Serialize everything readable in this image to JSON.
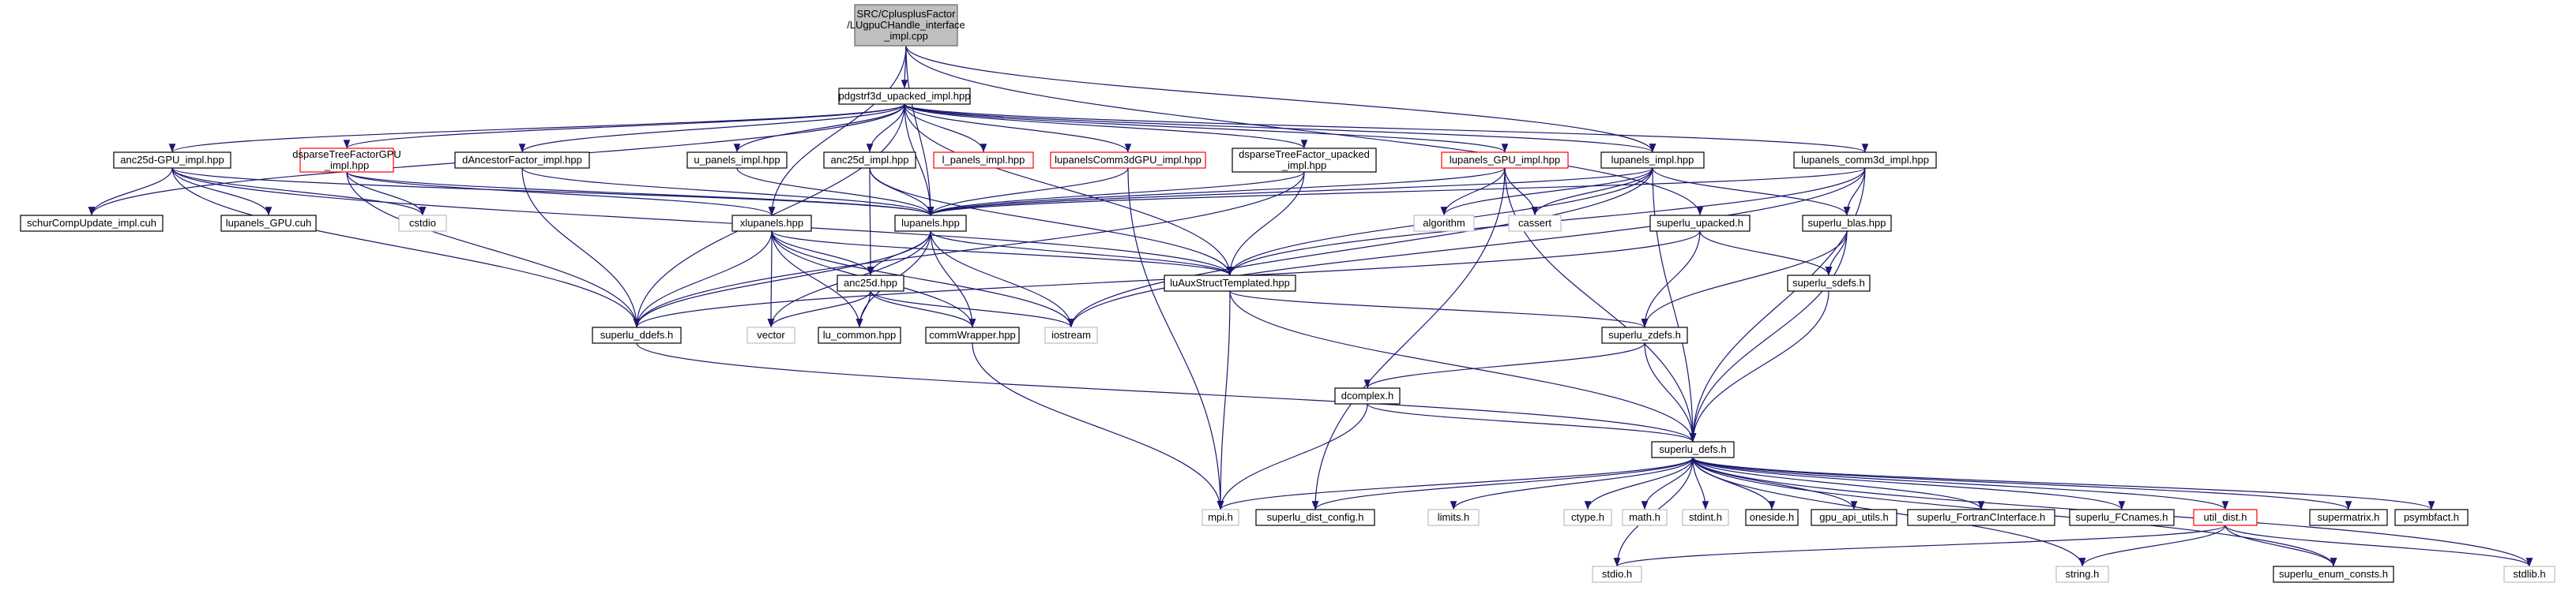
{
  "colors": {
    "edge": "#191970",
    "normal_border": "#000000",
    "incomplete_border": "#ff0000",
    "external_border": "#bfbfbf",
    "external_text": "#404040",
    "root_fill": "#bfbfbf"
  },
  "nodes": [
    {
      "id": "root",
      "lines": [
        "SRC/CplusplusFactor",
        "/LUgpuCHandle_interface",
        "_impl.cpp"
      ],
      "kind": "root"
    },
    {
      "id": "pdgstrf3d",
      "lines": [
        "pdgstrf3d_upacked_impl.hpp"
      ],
      "kind": "normal"
    },
    {
      "id": "anc25dgpu",
      "lines": [
        "anc25d-GPU_impl.hpp"
      ],
      "kind": "normal"
    },
    {
      "id": "dsparsegpu",
      "lines": [
        "dsparseTreeFactorGPU",
        "_impl.hpp"
      ],
      "kind": "incomplete"
    },
    {
      "id": "dancestor",
      "lines": [
        "dAncestorFactor_impl.hpp"
      ],
      "kind": "normal"
    },
    {
      "id": "upanels",
      "lines": [
        "u_panels_impl.hpp"
      ],
      "kind": "normal"
    },
    {
      "id": "anc25dimpl",
      "lines": [
        "anc25d_impl.hpp"
      ],
      "kind": "normal"
    },
    {
      "id": "lpanels",
      "lines": [
        "l_panels_impl.hpp"
      ],
      "kind": "incomplete"
    },
    {
      "id": "lupcomm3dgpu",
      "lines": [
        "lupanelsComm3dGPU_impl.hpp"
      ],
      "kind": "incomplete"
    },
    {
      "id": "dsparseupk",
      "lines": [
        "dsparseTreeFactor_upacked",
        "_impl.hpp"
      ],
      "kind": "normal"
    },
    {
      "id": "lupgpu",
      "lines": [
        "lupanels_GPU_impl.hpp"
      ],
      "kind": "incomplete"
    },
    {
      "id": "lupimpl",
      "lines": [
        "lupanels_impl.hpp"
      ],
      "kind": "normal"
    },
    {
      "id": "lupcomm3d",
      "lines": [
        "lupanels_comm3d_impl.hpp"
      ],
      "kind": "normal"
    },
    {
      "id": "schur",
      "lines": [
        "schurCompUpdate_impl.cuh"
      ],
      "kind": "normal"
    },
    {
      "id": "lupgpucuh",
      "lines": [
        "lupanels_GPU.cuh"
      ],
      "kind": "normal"
    },
    {
      "id": "cstdio",
      "lines": [
        "cstdio"
      ],
      "kind": "external"
    },
    {
      "id": "xlupanels",
      "lines": [
        "xlupanels.hpp"
      ],
      "kind": "normal"
    },
    {
      "id": "lupanels",
      "lines": [
        "lupanels.hpp"
      ],
      "kind": "normal"
    },
    {
      "id": "algorithm",
      "lines": [
        "algorithm"
      ],
      "kind": "external"
    },
    {
      "id": "cassert",
      "lines": [
        "cassert"
      ],
      "kind": "external"
    },
    {
      "id": "suupacked",
      "lines": [
        "superlu_upacked.h"
      ],
      "kind": "normal"
    },
    {
      "id": "subla",
      "lines": [
        "superlu_blas.hpp"
      ],
      "kind": "normal"
    },
    {
      "id": "anc25d",
      "lines": [
        "anc25d.hpp"
      ],
      "kind": "normal"
    },
    {
      "id": "luaux",
      "lines": [
        "luAuxStructTemplated.hpp"
      ],
      "kind": "normal"
    },
    {
      "id": "susdefs",
      "lines": [
        "superlu_sdefs.h"
      ],
      "kind": "normal"
    },
    {
      "id": "suddefs",
      "lines": [
        "superlu_ddefs.h"
      ],
      "kind": "normal"
    },
    {
      "id": "vector",
      "lines": [
        "vector"
      ],
      "kind": "external"
    },
    {
      "id": "lucommon",
      "lines": [
        "lu_common.hpp"
      ],
      "kind": "normal"
    },
    {
      "id": "commwrap",
      "lines": [
        "commWrapper.hpp"
      ],
      "kind": "normal"
    },
    {
      "id": "iostream",
      "lines": [
        "iostream"
      ],
      "kind": "external"
    },
    {
      "id": "suzdefs",
      "lines": [
        "superlu_zdefs.h"
      ],
      "kind": "normal"
    },
    {
      "id": "dcomplex",
      "lines": [
        "dcomplex.h"
      ],
      "kind": "normal"
    },
    {
      "id": "sudefs",
      "lines": [
        "superlu_defs.h"
      ],
      "kind": "normal"
    },
    {
      "id": "mpi",
      "lines": [
        "mpi.h"
      ],
      "kind": "external"
    },
    {
      "id": "sudistcfg",
      "lines": [
        "superlu_dist_config.h"
      ],
      "kind": "normal"
    },
    {
      "id": "limits",
      "lines": [
        "limits.h"
      ],
      "kind": "external"
    },
    {
      "id": "ctype",
      "lines": [
        "ctype.h"
      ],
      "kind": "external"
    },
    {
      "id": "math",
      "lines": [
        "math.h"
      ],
      "kind": "external"
    },
    {
      "id": "stdint",
      "lines": [
        "stdint.h"
      ],
      "kind": "external"
    },
    {
      "id": "oneside",
      "lines": [
        "oneside.h"
      ],
      "kind": "normal"
    },
    {
      "id": "gpuapi",
      "lines": [
        "gpu_api_utils.h"
      ],
      "kind": "normal"
    },
    {
      "id": "sufortran",
      "lines": [
        "superlu_FortranCInterface.h"
      ],
      "kind": "normal"
    },
    {
      "id": "sufcnames",
      "lines": [
        "superlu_FCnames.h"
      ],
      "kind": "normal"
    },
    {
      "id": "utildist",
      "lines": [
        "util_dist.h"
      ],
      "kind": "incomplete"
    },
    {
      "id": "supermatrix",
      "lines": [
        "supermatrix.h"
      ],
      "kind": "normal"
    },
    {
      "id": "psymbfact",
      "lines": [
        "psymbfact.h"
      ],
      "kind": "normal"
    },
    {
      "id": "stdio",
      "lines": [
        "stdio.h"
      ],
      "kind": "external"
    },
    {
      "id": "string",
      "lines": [
        "string.h"
      ],
      "kind": "external"
    },
    {
      "id": "suenum",
      "lines": [
        "superlu_enum_consts.h"
      ],
      "kind": "normal"
    },
    {
      "id": "stdlib",
      "lines": [
        "stdlib.h"
      ],
      "kind": "external"
    }
  ],
  "edges": [
    [
      "root",
      "pdgstrf3d"
    ],
    [
      "root",
      "lupanels"
    ],
    [
      "root",
      "xlupanels"
    ],
    [
      "root",
      "lupimpl"
    ],
    [
      "root",
      "suupacked"
    ],
    [
      "pdgstrf3d",
      "anc25dgpu"
    ],
    [
      "pdgstrf3d",
      "dsparsegpu"
    ],
    [
      "pdgstrf3d",
      "dancestor"
    ],
    [
      "pdgstrf3d",
      "upanels"
    ],
    [
      "pdgstrf3d",
      "anc25dimpl"
    ],
    [
      "pdgstrf3d",
      "lpanels"
    ],
    [
      "pdgstrf3d",
      "lupcomm3dgpu"
    ],
    [
      "pdgstrf3d",
      "dsparseupk"
    ],
    [
      "pdgstrf3d",
      "lupgpu"
    ],
    [
      "pdgstrf3d",
      "lupimpl"
    ],
    [
      "pdgstrf3d",
      "lupcomm3d"
    ],
    [
      "pdgstrf3d",
      "lupanels"
    ],
    [
      "pdgstrf3d",
      "schur"
    ],
    [
      "pdgstrf3d",
      "suddefs"
    ],
    [
      "pdgstrf3d",
      "luaux"
    ],
    [
      "anc25dgpu",
      "schur"
    ],
    [
      "anc25dgpu",
      "lupgpucuh"
    ],
    [
      "anc25dgpu",
      "cstdio"
    ],
    [
      "anc25dgpu",
      "lupanels"
    ],
    [
      "anc25dgpu",
      "suddefs"
    ],
    [
      "anc25dgpu",
      "luaux"
    ],
    [
      "dsparsegpu",
      "cstdio"
    ],
    [
      "dsparsegpu",
      "lupanels"
    ],
    [
      "dsparsegpu",
      "suddefs"
    ],
    [
      "dsparsegpu",
      "xlupanels"
    ],
    [
      "dancestor",
      "lupanels"
    ],
    [
      "dancestor",
      "suddefs"
    ],
    [
      "upanels",
      "lupanels"
    ],
    [
      "anc25dimpl",
      "lupanels"
    ],
    [
      "anc25dimpl",
      "anc25d"
    ],
    [
      "anc25dimpl",
      "luaux"
    ],
    [
      "lupcomm3dgpu",
      "lupanels"
    ],
    [
      "lupcomm3dgpu",
      "mpi"
    ],
    [
      "dsparseupk",
      "lupanels"
    ],
    [
      "dsparseupk",
      "luaux"
    ],
    [
      "dsparseupk",
      "suddefs"
    ],
    [
      "lupgpu",
      "lupanels"
    ],
    [
      "lupgpu",
      "algorithm"
    ],
    [
      "lupgpu",
      "cassert"
    ],
    [
      "lupgpu",
      "sudefs"
    ],
    [
      "lupgpu",
      "sudistcfg"
    ],
    [
      "lupimpl",
      "lupanels"
    ],
    [
      "lupimpl",
      "algorithm"
    ],
    [
      "lupimpl",
      "cassert"
    ],
    [
      "lupimpl",
      "subla"
    ],
    [
      "lupimpl",
      "luaux"
    ],
    [
      "lupimpl",
      "iostream"
    ],
    [
      "lupimpl",
      "sudefs"
    ],
    [
      "lupcomm3d",
      "lupanels"
    ],
    [
      "lupcomm3d",
      "subla"
    ],
    [
      "lupcomm3d",
      "luaux"
    ],
    [
      "lupcomm3d",
      "sudefs"
    ],
    [
      "lupcomm3d",
      "iostream"
    ],
    [
      "xlupanels",
      "suddefs"
    ],
    [
      "xlupanels",
      "vector"
    ],
    [
      "xlupanels",
      "lucommon"
    ],
    [
      "xlupanels",
      "commwrap"
    ],
    [
      "xlupanels",
      "iostream"
    ],
    [
      "xlupanels",
      "anc25d"
    ],
    [
      "xlupanels",
      "luaux"
    ],
    [
      "lupanels",
      "suddefs"
    ],
    [
      "lupanels",
      "vector"
    ],
    [
      "lupanels",
      "lucommon"
    ],
    [
      "lupanels",
      "commwrap"
    ],
    [
      "lupanels",
      "iostream"
    ],
    [
      "lupanels",
      "anc25d"
    ],
    [
      "lupanels",
      "luaux"
    ],
    [
      "suupacked",
      "suddefs"
    ],
    [
      "suupacked",
      "suzdefs"
    ],
    [
      "suupacked",
      "susdefs"
    ],
    [
      "subla",
      "susdefs"
    ],
    [
      "subla",
      "suzdefs"
    ],
    [
      "subla",
      "sudefs"
    ],
    [
      "anc25d",
      "lucommon"
    ],
    [
      "anc25d",
      "commwrap"
    ],
    [
      "anc25d",
      "iostream"
    ],
    [
      "anc25d",
      "vector"
    ],
    [
      "luaux",
      "suzdefs"
    ],
    [
      "luaux",
      "mpi"
    ],
    [
      "luaux",
      "sudefs"
    ],
    [
      "susdefs",
      "sudefs"
    ],
    [
      "suddefs",
      "sudefs"
    ],
    [
      "commwrap",
      "mpi"
    ],
    [
      "suzdefs",
      "dcomplex"
    ],
    [
      "suzdefs",
      "sudefs"
    ],
    [
      "dcomplex",
      "mpi"
    ],
    [
      "dcomplex",
      "sudefs"
    ],
    [
      "sudefs",
      "mpi"
    ],
    [
      "sudefs",
      "sudistcfg"
    ],
    [
      "sudefs",
      "limits"
    ],
    [
      "sudefs",
      "ctype"
    ],
    [
      "sudefs",
      "math"
    ],
    [
      "sudefs",
      "stdint"
    ],
    [
      "sudefs",
      "oneside"
    ],
    [
      "sudefs",
      "gpuapi"
    ],
    [
      "sudefs",
      "sufortran"
    ],
    [
      "sudefs",
      "sufcnames"
    ],
    [
      "sudefs",
      "utildist"
    ],
    [
      "sudefs",
      "supermatrix"
    ],
    [
      "sudefs",
      "psymbfact"
    ],
    [
      "sudefs",
      "stdio"
    ],
    [
      "sudefs",
      "string"
    ],
    [
      "sudefs",
      "suenum"
    ],
    [
      "sudefs",
      "stdlib"
    ],
    [
      "utildist",
      "stdio"
    ],
    [
      "utildist",
      "string"
    ],
    [
      "utildist",
      "suenum"
    ],
    [
      "utildist",
      "stdlib"
    ]
  ]
}
